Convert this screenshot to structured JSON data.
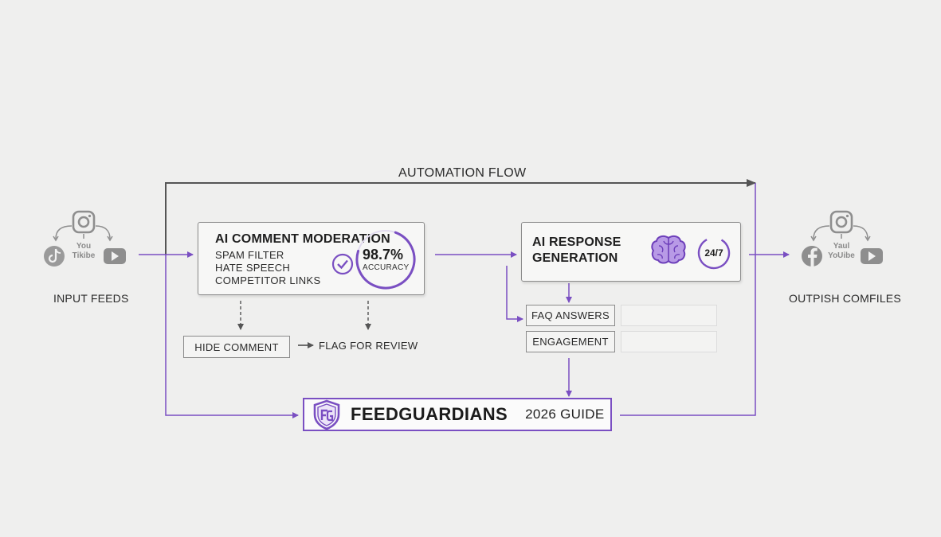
{
  "flow": {
    "title": "AUTOMATION FLOW"
  },
  "input": {
    "label": "INPUT FEEDS",
    "youtube_text_top": "You",
    "youtube_text_bottom": "Tikibe",
    "icons": [
      "instagram-icon",
      "tiktok-icon",
      "youtube-icon"
    ]
  },
  "moderation": {
    "title": "AI COMMENT MODERATION",
    "items": [
      "SPAM FILTER",
      "HATE SPEECH",
      "COMPETITOR LINKS"
    ],
    "accuracy_value": "98.7%",
    "accuracy_label": "ACCURACY",
    "accuracy_fraction": 0.987
  },
  "actions": {
    "hide": "HIDE COMMENT",
    "flag": "FLAG FOR REVIEW"
  },
  "response": {
    "title_line1": "AI RESPONSE",
    "title_line2": "GENERATION",
    "availability": "24/7",
    "outputs": [
      "FAQ ANSWERS",
      "ENGAGEMENT"
    ]
  },
  "output": {
    "label": "OUTPISH COMFILES",
    "youtube_text_top": "Yaul",
    "youtube_text_bottom": "YoUibe",
    "icons": [
      "instagram-icon",
      "facebook-icon",
      "youtube-icon"
    ]
  },
  "brand": {
    "name": "FEEDGUARDIANS",
    "subtitle": "2026 GUIDE"
  },
  "colors": {
    "accent": "#7a4fc2",
    "line_gray": "#555555",
    "icon_gray": "#8e8e8e",
    "background": "#efefee"
  }
}
